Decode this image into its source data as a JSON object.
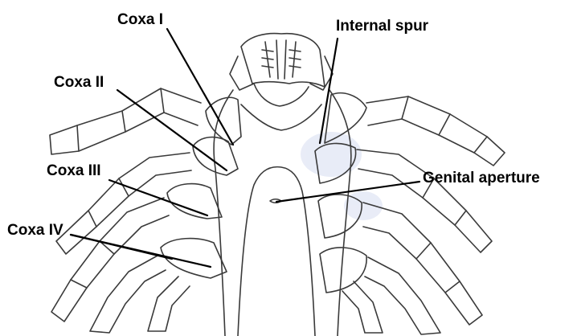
{
  "labels": {
    "coxa_i": "Coxa I",
    "coxa_ii": "Coxa II",
    "coxa_iii": "Coxa III",
    "coxa_iv": "Coxa IV",
    "internal_spur": "Internal spur",
    "genital_aperture": "Genital aperture"
  },
  "colors": {
    "line": "#3a3a3a",
    "leader": "#000000",
    "background": "#ffffff",
    "tint": "#dfe4f4"
  }
}
